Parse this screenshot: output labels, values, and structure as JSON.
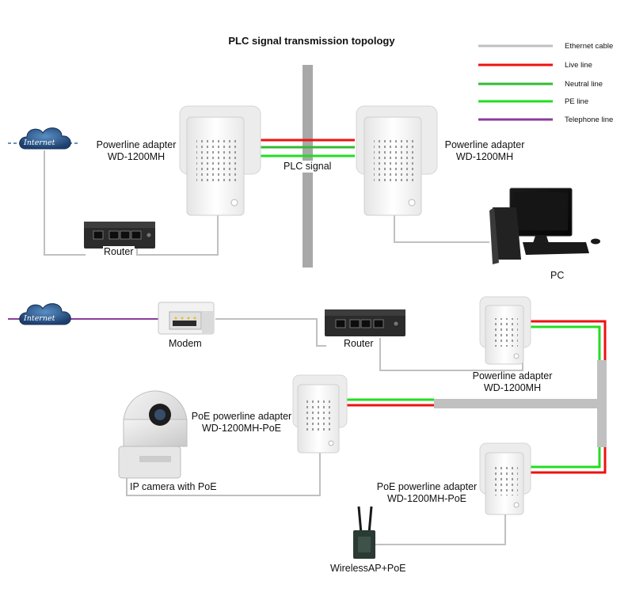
{
  "title": "PLC signal transmission topology",
  "legend": [
    {
      "label": "Ethernet cable",
      "color": "#c0c0c0"
    },
    {
      "label": "Live line",
      "color": "#ee1111"
    },
    {
      "label": "Neutral line",
      "color": "#33bb33"
    },
    {
      "label": "PE line",
      "color": "#22dd22"
    },
    {
      "label": "Telephone line",
      "color": "#8a3c9a"
    }
  ],
  "top": {
    "internet_label": "Internet",
    "adapter_left": {
      "line1": "Powerline adapter",
      "line2": "WD-1200MH"
    },
    "adapter_right": {
      "line1": "Powerline adapter",
      "line2": "WD-1200MH"
    },
    "plc_signal": "PLC signal",
    "router": "Router",
    "pc": "PC"
  },
  "bottom": {
    "internet_label": "Internet",
    "modem": "Modem",
    "router": "Router",
    "adapter": {
      "line1": "Powerline adapter",
      "line2": "WD-1200MH"
    },
    "poe_adapter_left": {
      "line1": "PoE powerline adapter",
      "line2": "WD-1200MH-PoE"
    },
    "poe_adapter_right": {
      "line1": "PoE powerline adapter",
      "line2": "WD-1200MH-PoE"
    },
    "camera": "IP camera with PoE",
    "wireless_ap": "WirelessAP+PoE"
  }
}
